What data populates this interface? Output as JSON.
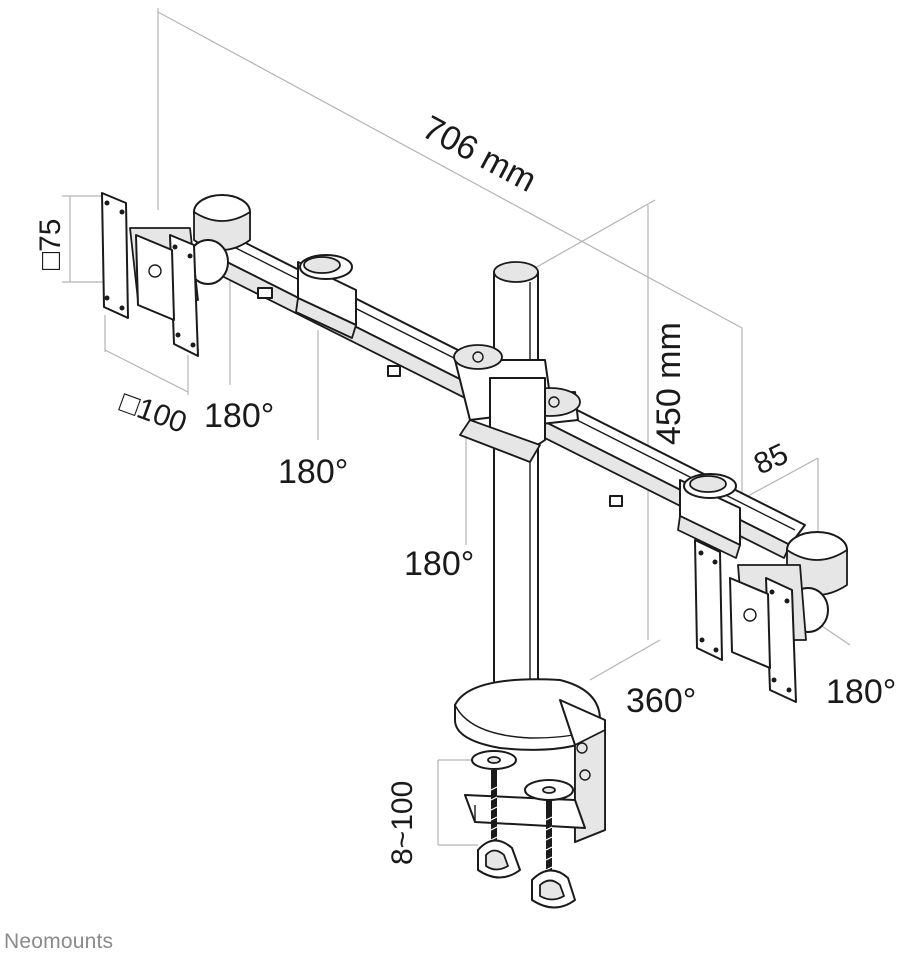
{
  "dimensions": {
    "width_label": "706 mm",
    "height_label": "450 mm",
    "arm_depth_label": "85",
    "vesa_small_label": "□75",
    "vesa_large_label": "□100",
    "clamp_label": "8~100"
  },
  "rotations": {
    "left_plate": "180°",
    "left_arm_joint": "180°",
    "center_joint": "180°",
    "pole_swivel": "360°",
    "right_plate": "180°"
  },
  "brand": {
    "name": "Neomounts",
    "color": "#8a8a8a"
  },
  "colors": {
    "line": "#1a1a1a",
    "dimension": "#b4b4b4",
    "background": "#ffffff"
  }
}
